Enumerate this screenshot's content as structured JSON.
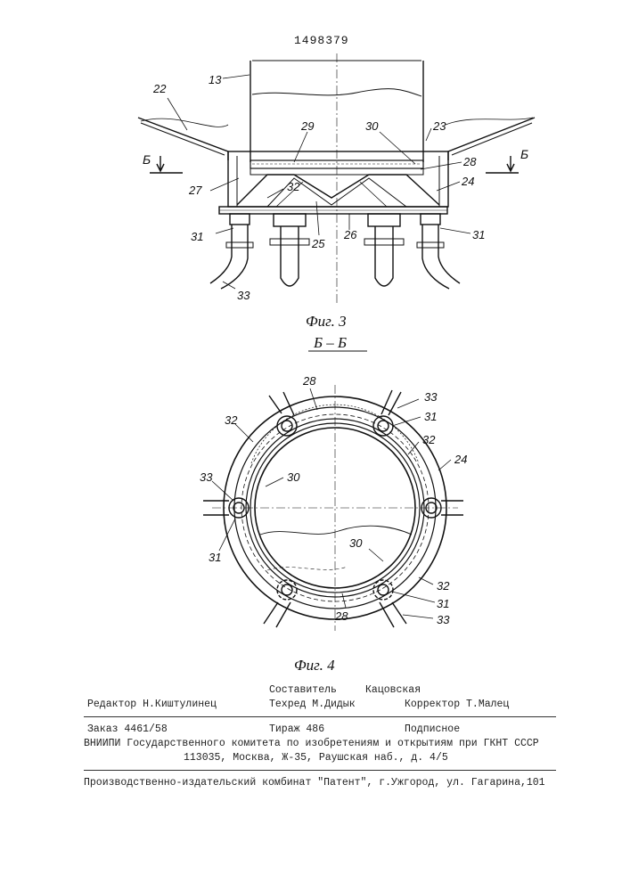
{
  "patent_number": "1498379",
  "figures": {
    "fig3": {
      "caption": "Фиг. 3",
      "section_mark": "Б",
      "labels": {
        "l13": "13",
        "l22": "22",
        "l23": "23",
        "l29": "29",
        "l30": "30",
        "l28": "28",
        "l24": "24",
        "l27": "27",
        "l32": "32",
        "l25": "25",
        "l26": "26",
        "l31a": "31",
        "l31b": "31",
        "l33": "33"
      }
    },
    "fig4": {
      "section_title": "Б – Б",
      "caption": "Фиг. 4",
      "labels": {
        "t28": "28",
        "t33a": "33",
        "t31a": "31",
        "t32a": "32",
        "t32b": "32",
        "t24": "24",
        "t30a": "30",
        "t33b": "33",
        "t31b": "31",
        "t30b": "30",
        "t32c": "32",
        "t31c": "31",
        "t33c": "33",
        "t28b": "28"
      }
    }
  },
  "imprint": {
    "compiler_label": "Составитель",
    "compiler_name": "Кацовская",
    "editor": "Редактор Н.Киштулинец",
    "techred": "Техред М.Дидык",
    "corrector": "Корректор Т.Малец",
    "order": "Заказ 4461/58",
    "circulation": "Тираж 486",
    "subscription": "Подписное",
    "org_line": "ВНИИПИ Государственного комитета по изобретениям и открытиям при ГКНТ СССР",
    "address": "113035, Москва, Ж-35, Раушская наб., д. 4/5",
    "publisher": "Производственно-издательский комбинат \"Патент\", г.Ужгород, ул. Гагарина,101"
  }
}
